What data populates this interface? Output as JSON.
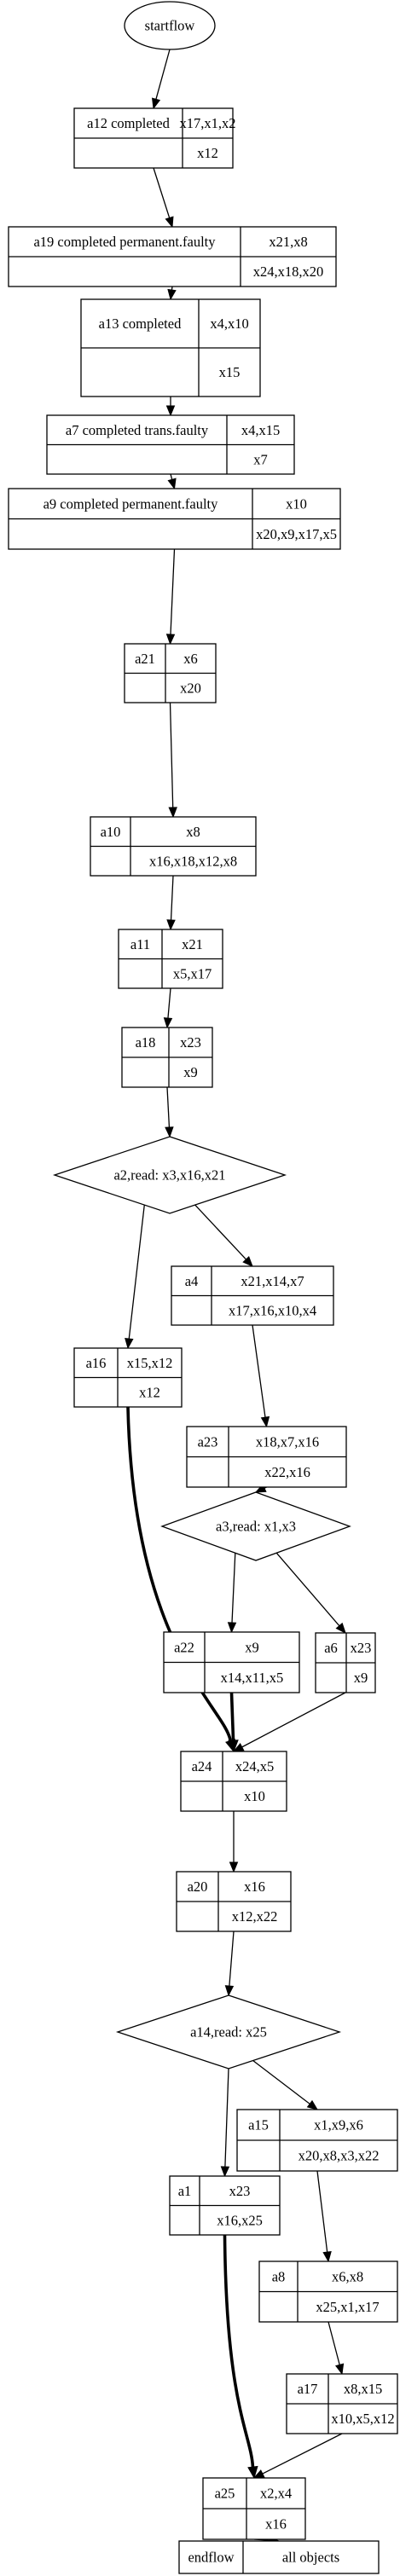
{
  "start": {
    "label": "startflow"
  },
  "nodes": [
    {
      "id": "a12",
      "name": "a12 completed",
      "top": "x17,x1,x2",
      "bottom": "x12"
    },
    {
      "id": "a19",
      "name": "a19 completed permanent.faulty",
      "top": "x21,x8",
      "bottom": "x24,x18,x20"
    },
    {
      "id": "a13",
      "name": "a13 completed",
      "top": "x4,x10",
      "bottom": "x15"
    },
    {
      "id": "a7",
      "name": "a7 completed trans.faulty",
      "top": "x4,x15",
      "bottom": "x7"
    },
    {
      "id": "a9",
      "name": "a9 completed permanent.faulty",
      "top": "x10",
      "bottom": "x20,x9,x17,x5"
    },
    {
      "id": "a21",
      "name": "a21",
      "top": "x6",
      "bottom": "x20"
    },
    {
      "id": "a10",
      "name": "a10",
      "top": "x8",
      "bottom": "x16,x18,x12,x8"
    },
    {
      "id": "a11",
      "name": "a11",
      "top": "x21",
      "bottom": "x5,x17"
    },
    {
      "id": "a18",
      "name": "a18",
      "top": "x23",
      "bottom": "x9"
    },
    {
      "id": "a4",
      "name": "a4",
      "top": "x21,x14,x7",
      "bottom": "x17,x16,x10,x4"
    },
    {
      "id": "a16",
      "name": "a16",
      "top": "x15,x12",
      "bottom": "x12"
    },
    {
      "id": "a23",
      "name": "a23",
      "top": "x18,x7,x16",
      "bottom": "x22,x16"
    },
    {
      "id": "a22",
      "name": "a22",
      "top": "x9",
      "bottom": "x14,x11,x5"
    },
    {
      "id": "a6",
      "name": "a6",
      "top": "x23",
      "bottom": "x9"
    },
    {
      "id": "a24",
      "name": "a24",
      "top": "x24,x5",
      "bottom": "x10"
    },
    {
      "id": "a20",
      "name": "a20",
      "top": "x16",
      "bottom": "x12,x22"
    },
    {
      "id": "a15",
      "name": "a15",
      "top": "x1,x9,x6",
      "bottom": "x20,x8,x3,x22"
    },
    {
      "id": "a1",
      "name": "a1",
      "top": "x23",
      "bottom": "x16,x25"
    },
    {
      "id": "a8",
      "name": "a8",
      "top": "x6,x8",
      "bottom": "x25,x1,x17"
    },
    {
      "id": "a17",
      "name": "a17",
      "top": "x8,x15",
      "bottom": "x10,x5,x12"
    },
    {
      "id": "a25",
      "name": "a25",
      "top": "x2,x4",
      "bottom": "x16"
    }
  ],
  "decisions": [
    {
      "id": "d2",
      "label": "a2,read: x3,x16,x21"
    },
    {
      "id": "d3",
      "label": "a3,read: x1,x3"
    },
    {
      "id": "d14",
      "label": "a14,read: x25"
    }
  ],
  "end": {
    "left": "endflow",
    "right": "all objects"
  },
  "edges": [
    {
      "from": "start",
      "to": "a12",
      "bold": false
    },
    {
      "from": "a12",
      "to": "a19",
      "bold": false
    },
    {
      "from": "a19",
      "to": "a13",
      "bold": false
    },
    {
      "from": "a13",
      "to": "a7",
      "bold": false
    },
    {
      "from": "a7",
      "to": "a9",
      "bold": false
    },
    {
      "from": "a9",
      "to": "a21",
      "bold": false
    },
    {
      "from": "a21",
      "to": "a10",
      "bold": false
    },
    {
      "from": "a10",
      "to": "a11",
      "bold": false
    },
    {
      "from": "a11",
      "to": "a18",
      "bold": false
    },
    {
      "from": "a18",
      "to": "d2",
      "bold": false
    },
    {
      "from": "d2",
      "to": "a4",
      "bold": false
    },
    {
      "from": "d2",
      "to": "a16",
      "bold": false
    },
    {
      "from": "a4",
      "to": "a23",
      "bold": false
    },
    {
      "from": "a16",
      "to": "a24",
      "bold": true
    },
    {
      "from": "a23",
      "to": "d3",
      "bold": false
    },
    {
      "from": "d3",
      "to": "a22",
      "bold": false
    },
    {
      "from": "d3",
      "to": "a6",
      "bold": false
    },
    {
      "from": "a22",
      "to": "a24",
      "bold": true
    },
    {
      "from": "a6",
      "to": "a24",
      "bold": false
    },
    {
      "from": "a24",
      "to": "a20",
      "bold": false
    },
    {
      "from": "a20",
      "to": "d14",
      "bold": false
    },
    {
      "from": "d14",
      "to": "a15",
      "bold": false
    },
    {
      "from": "d14",
      "to": "a1",
      "bold": false
    },
    {
      "from": "a15",
      "to": "a8",
      "bold": false
    },
    {
      "from": "a1",
      "to": "a25",
      "bold": true
    },
    {
      "from": "a8",
      "to": "a17",
      "bold": false
    },
    {
      "from": "a17",
      "to": "a25",
      "bold": false
    },
    {
      "from": "a25",
      "to": "end",
      "bold": false
    }
  ]
}
